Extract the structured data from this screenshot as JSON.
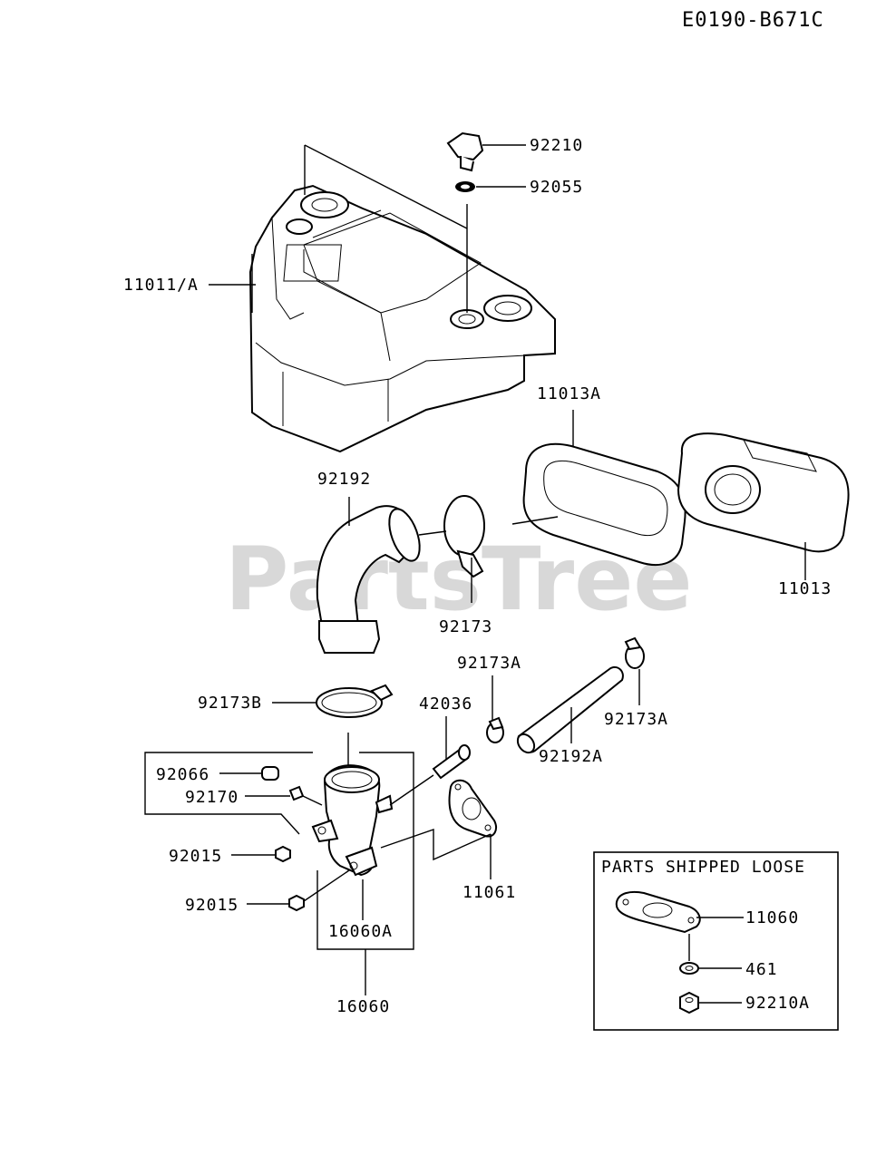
{
  "diagram_code": "E0190-B671C",
  "watermark": "PartsTree",
  "loose_box": {
    "title": "PARTS SHIPPED LOOSE",
    "parts": [
      "11060",
      "461",
      "92210A"
    ]
  },
  "labels": {
    "p92210": "92210",
    "p92055": "92055",
    "p11011A": "11011/A",
    "p11013A": "11013A",
    "p92192": "92192",
    "p11013": "11013",
    "p92173": "92173",
    "p92173A_top": "92173A",
    "p92173B": "92173B",
    "p42036": "42036",
    "p92173A_right": "92173A",
    "p92192A": "92192A",
    "p92066": "92066",
    "p92170": "92170",
    "p92015_a": "92015",
    "p92015_b": "92015",
    "p11061": "11061",
    "p16060A": "16060A",
    "p16060": "16060"
  }
}
